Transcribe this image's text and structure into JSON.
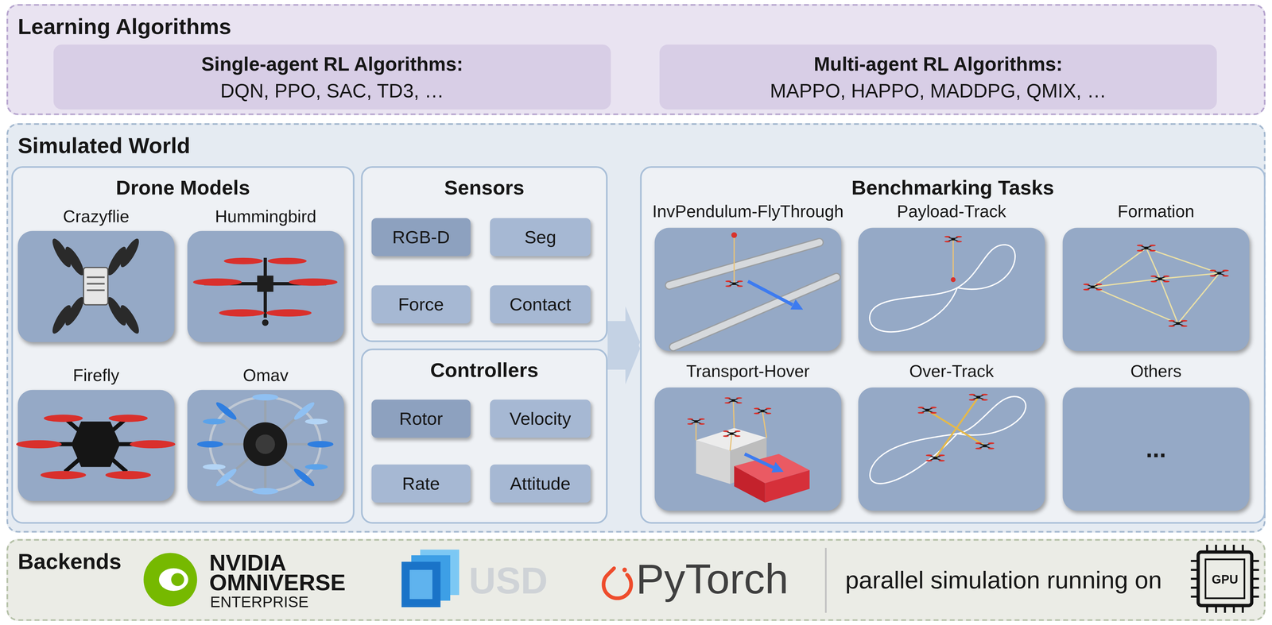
{
  "diagram": {
    "nodes": [
      {
        "text": [
          "Learning Algorithms"
        ]
      },
      {
        "text": [
          "Single-agent RL Algorithms:",
          "DQN, PPO, SAC, TD3, …"
        ],
        "in": 0
      },
      {
        "text": [
          "Multi-agent RL Algorithms:",
          "MAPPO, HAPPO, MADDPG, QMIX, …"
        ],
        "in": 0
      },
      {
        "text": [
          "Simulated World"
        ]
      },
      {
        "text": [
          "Drone Models"
        ],
        "in": 3
      },
      {
        "text": [
          "Crazyflie"
        ],
        "in": 4
      },
      {
        "text": [
          "Hummingbird"
        ],
        "in": 4
      },
      {
        "text": [
          "Firefly"
        ],
        "in": 4
      },
      {
        "text": [
          "Omav"
        ],
        "in": 4
      },
      {
        "text": [
          "Sensors"
        ],
        "in": 3
      },
      {
        "text": [
          "RGB-D"
        ],
        "in": 9
      },
      {
        "text": [
          "Seg"
        ],
        "in": 9
      },
      {
        "text": [
          "Force"
        ],
        "in": 9
      },
      {
        "text": [
          "Contact"
        ],
        "in": 9
      },
      {
        "text": [
          "Controllers"
        ],
        "in": 3
      },
      {
        "text": [
          "Rotor"
        ],
        "in": 14
      },
      {
        "text": [
          "Velocity"
        ],
        "in": 14
      },
      {
        "text": [
          "Rate"
        ],
        "in": 14
      },
      {
        "text": [
          "Attitude"
        ],
        "in": 14
      },
      {
        "text": [
          "Benchmarking Tasks"
        ],
        "in": 3
      },
      {
        "text": [
          "InvPendulum-FlyThrough"
        ],
        "in": 19
      },
      {
        "text": [
          "Payload-Track"
        ],
        "in": 19
      },
      {
        "text": [
          "Formation"
        ],
        "in": 19
      },
      {
        "text": [
          "Transport-Hover"
        ],
        "in": 19
      },
      {
        "text": [
          "Over-Track"
        ],
        "in": 19
      },
      {
        "text": [
          "Others",
          "..."
        ],
        "in": 19
      },
      {
        "text": [
          "Backends"
        ]
      }
    ],
    "edges": [
      {
        "from": 9,
        "to": 19,
        "arrow": "to"
      },
      {
        "from": 14,
        "to": 19,
        "arrow": "to"
      }
    ],
    "labels": [
      "NVIDIA",
      "OMNIVERSE",
      "ENTERPRISE",
      "USD",
      "PyTorch",
      "parallel simulation running on",
      "GPU"
    ]
  }
}
